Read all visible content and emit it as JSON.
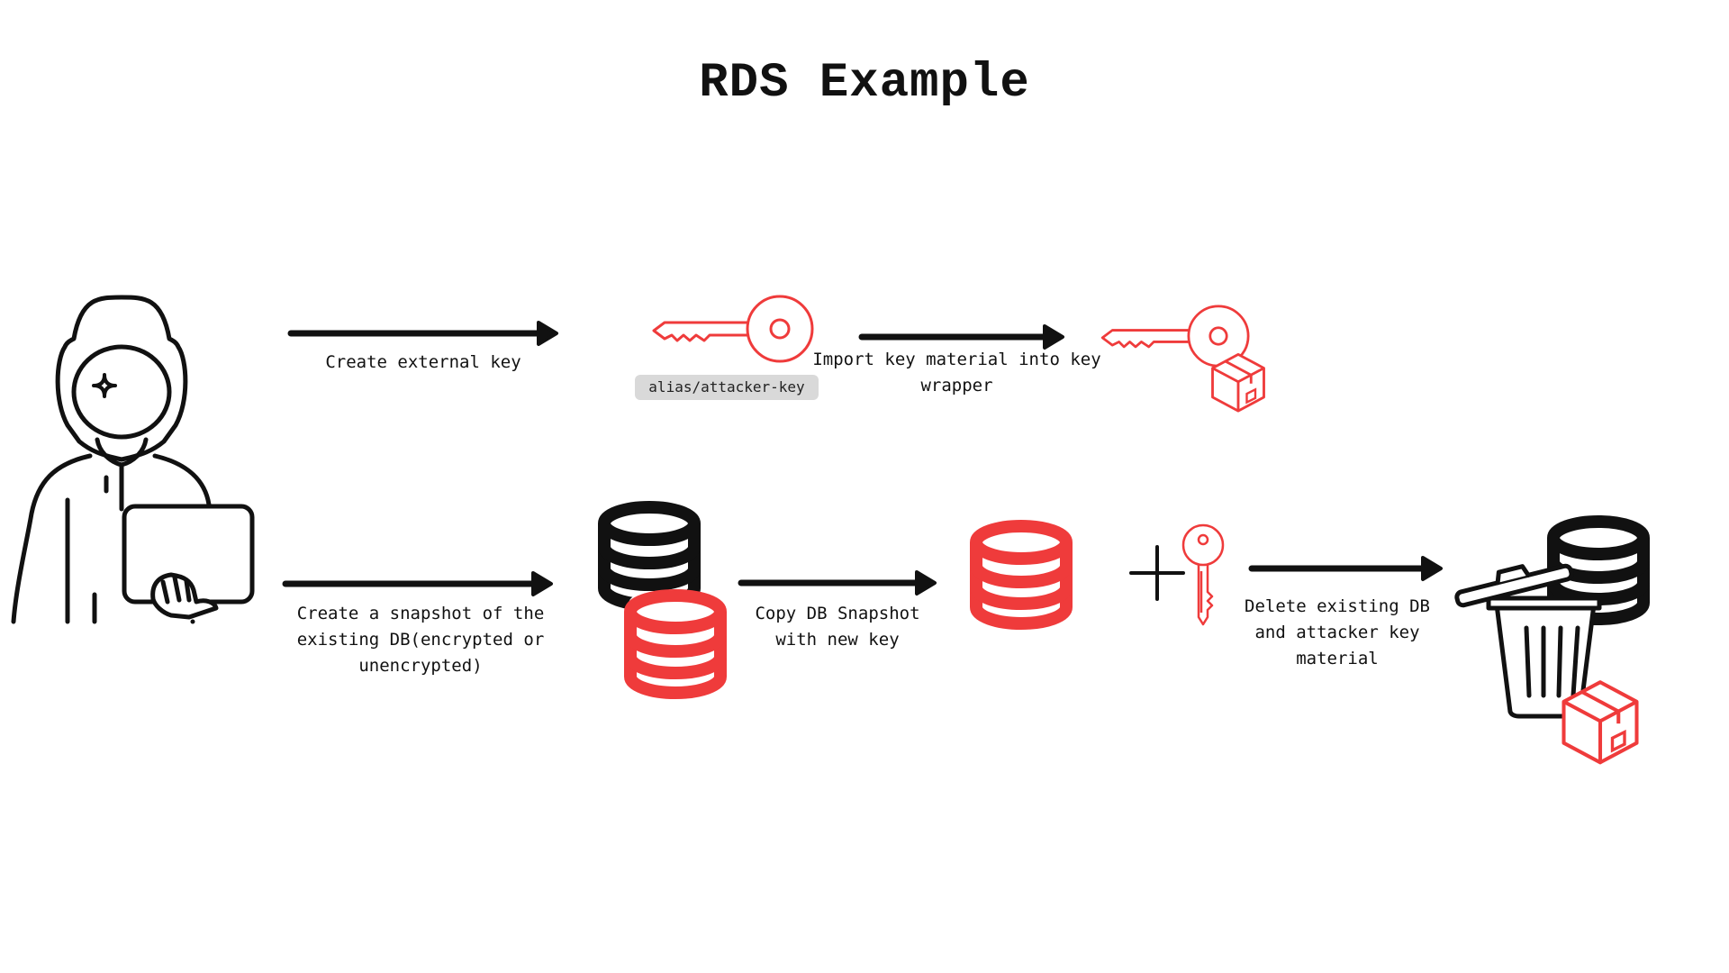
{
  "title": "RDS Example",
  "colors": {
    "accent_red": "#ef3b3b",
    "ink": "#111111",
    "pill_bg": "#d9d9d9"
  },
  "steps": [
    {
      "label": "Create external key"
    },
    {
      "label": "Import key material into key wrapper"
    },
    {
      "label": "Create a snapshot of the existing DB(encrypted or unencrypted)"
    },
    {
      "label": "Copy DB Snapshot with new key"
    },
    {
      "label": "Delete existing DB and attacker key material"
    }
  ],
  "key_alias": "alias/attacker-key",
  "icons": [
    "hooded-attacker-icon",
    "laptop-icon",
    "key-icon",
    "package-box-icon",
    "database-icon",
    "plus-icon",
    "trash-can-icon",
    "arrow-right-icon"
  ]
}
